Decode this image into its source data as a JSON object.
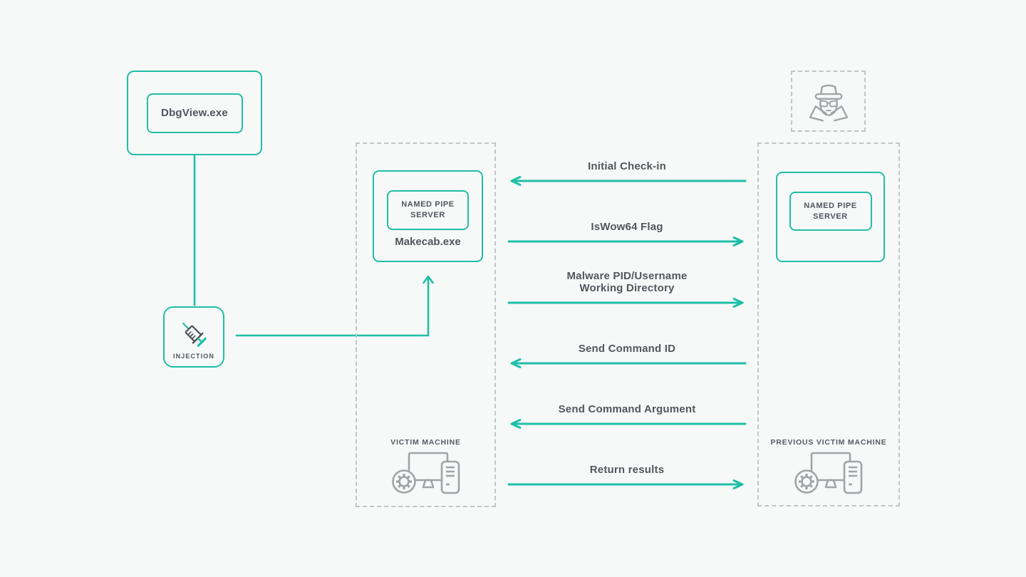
{
  "diagram": {
    "attacker_flow": {
      "debugger_label": "DbgView.exe",
      "injection_label": "INJECTION"
    },
    "victim_machine": {
      "title": "VICTIM MACHINE",
      "process_label": "Makecab.exe",
      "pipe_server_label": "NAMED PIPE SERVER"
    },
    "previous_victim_machine": {
      "title": "PREVIOUS VICTIM MACHINE",
      "pipe_server_label": "NAMED PIPE SERVER"
    },
    "messages": [
      {
        "lines": [
          "Initial Check-in"
        ],
        "direction": "left"
      },
      {
        "lines": [
          "IsWow64 Flag"
        ],
        "direction": "right"
      },
      {
        "lines": [
          "Malware PID/Username",
          "Working Directory"
        ],
        "direction": "right"
      },
      {
        "lines": [
          "Send Command ID"
        ],
        "direction": "left"
      },
      {
        "lines": [
          "Send Command Argument"
        ],
        "direction": "left"
      },
      {
        "lines": [
          "Return results"
        ],
        "direction": "right"
      }
    ],
    "icons": {
      "injection": "syringe-icon",
      "attacker": "spy-icon",
      "victim_host": "computer-gear-icon",
      "previous_victim_host": "computer-gear-icon"
    },
    "colors": {
      "accent_teal": "#1ebfa7",
      "text_dark": "#50555b",
      "icon_gray": "#a0a4a6",
      "dashed_gray": "#c2c5c5",
      "background": "#f7f8f8"
    }
  }
}
